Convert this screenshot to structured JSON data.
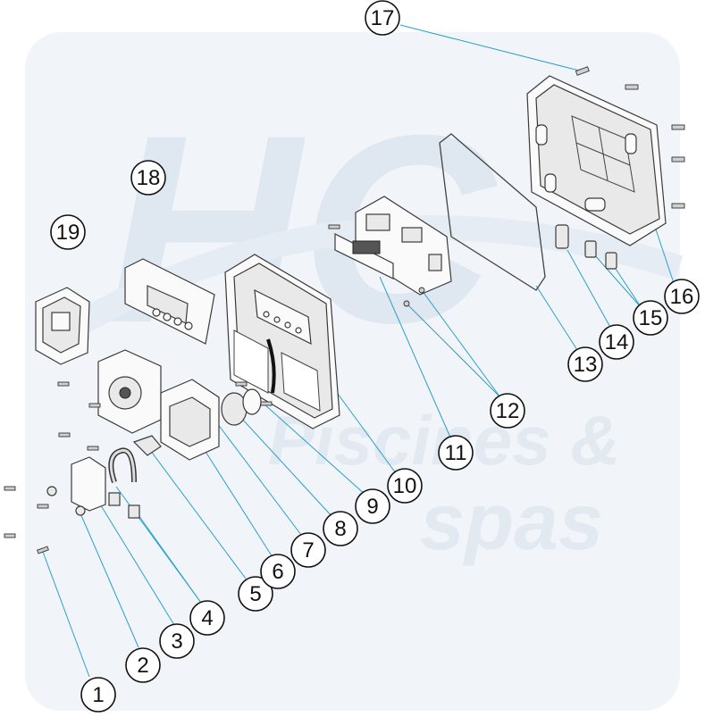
{
  "watermark": {
    "logo_letters": "HC",
    "text_line1": "Piscines &",
    "text_line2": "spas"
  },
  "callouts": [
    {
      "id": 1,
      "label": "1"
    },
    {
      "id": 2,
      "label": "2"
    },
    {
      "id": 3,
      "label": "3"
    },
    {
      "id": 4,
      "label": "4"
    },
    {
      "id": 5,
      "label": "5"
    },
    {
      "id": 6,
      "label": "6"
    },
    {
      "id": 7,
      "label": "7"
    },
    {
      "id": 8,
      "label": "8"
    },
    {
      "id": 9,
      "label": "9"
    },
    {
      "id": 10,
      "label": "10"
    },
    {
      "id": 11,
      "label": "11"
    },
    {
      "id": 12,
      "label": "12"
    },
    {
      "id": 13,
      "label": "13"
    },
    {
      "id": 14,
      "label": "14"
    },
    {
      "id": 15,
      "label": "15"
    },
    {
      "id": 16,
      "label": "16"
    },
    {
      "id": 17,
      "label": "17"
    },
    {
      "id": 18,
      "label": "18"
    },
    {
      "id": 19,
      "label": "19"
    }
  ],
  "colors": {
    "leader": "#2aa0c8",
    "watermark": "#dfe7f0",
    "outline": "#3a3a3a"
  }
}
